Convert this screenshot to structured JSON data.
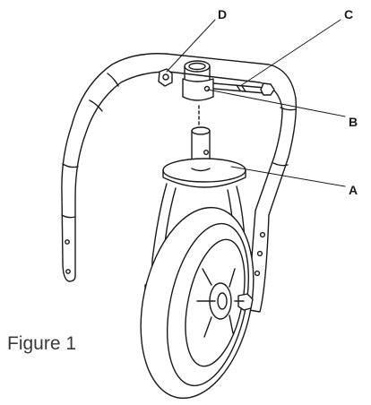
{
  "figure": {
    "caption": "Figure 1",
    "callouts": {
      "a": "A",
      "b": "B",
      "c": "C",
      "d": "D"
    }
  },
  "colors": {
    "stroke": "#1a1a1a",
    "fill": "#ffffff",
    "caption_text": "#3a3a3a"
  }
}
